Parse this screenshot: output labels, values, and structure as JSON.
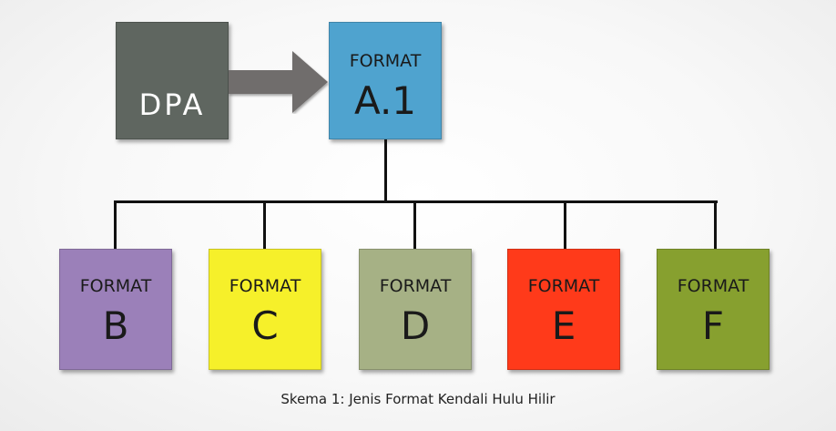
{
  "source": {
    "label": "DPA",
    "color": "#5f6660"
  },
  "root": {
    "kicker": "FORMAT",
    "label": "A.1",
    "color": "#4fa3cf"
  },
  "children": [
    {
      "kicker": "FORMAT",
      "label": "B",
      "color": "#9b80b9"
    },
    {
      "kicker": "FORMAT",
      "label": "C",
      "color": "#f6f02a"
    },
    {
      "kicker": "FORMAT",
      "label": "D",
      "color": "#a6b185"
    },
    {
      "kicker": "FORMAT",
      "label": "E",
      "color": "#ff3a1a"
    },
    {
      "kicker": "FORMAT",
      "label": "F",
      "color": "#87a02f"
    }
  ],
  "arrow_color": "#706d6c",
  "caption": "Skema 1: Jenis Format Kendali Hulu Hilir"
}
